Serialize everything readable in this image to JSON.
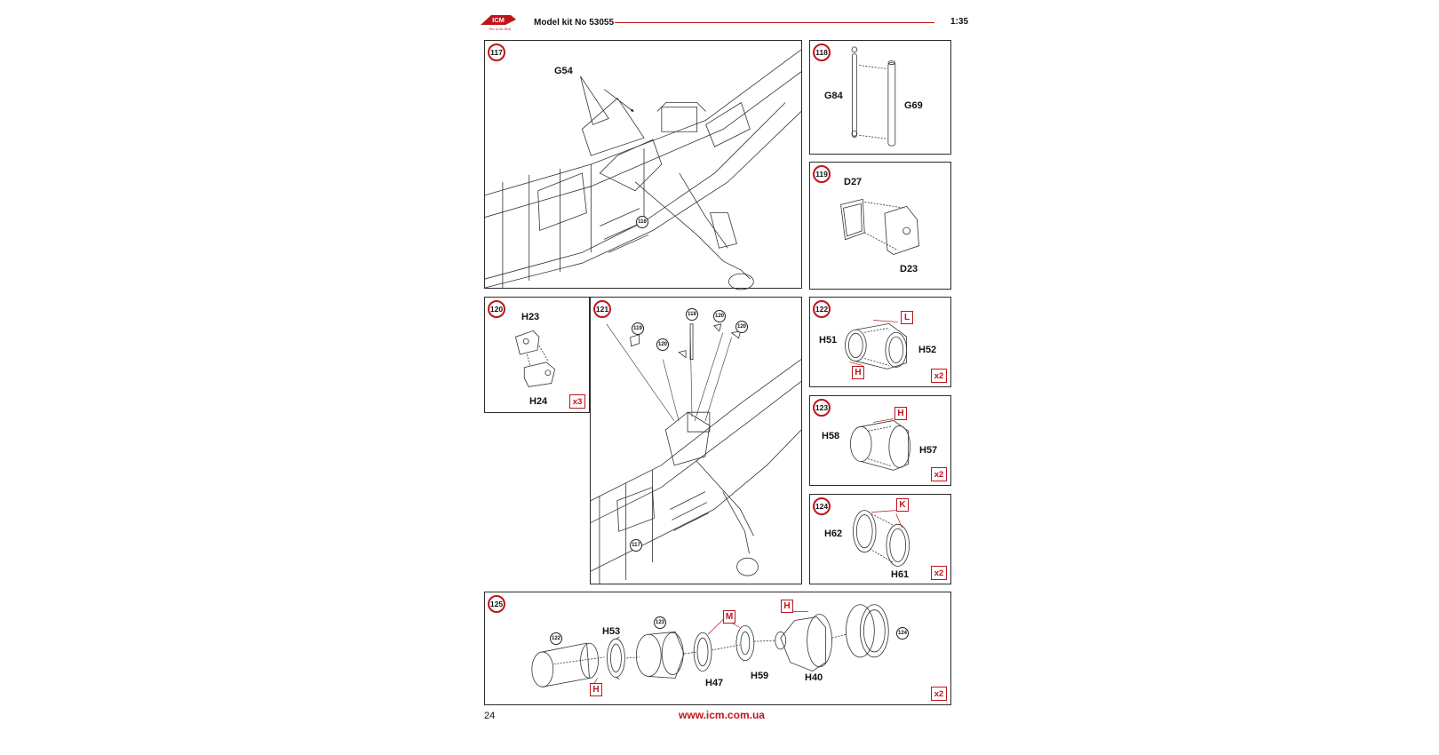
{
  "header": {
    "brand": "ICM",
    "tagline": "Fits in the Real",
    "title": "Model kit No 53055",
    "scale": "1:35"
  },
  "colors": {
    "accent": "#c0141b",
    "line": "#2b2b2b"
  },
  "steps": {
    "s117": {
      "number": "117",
      "labels": {
        "g54": "G54"
      },
      "refs": {
        "r116": "116"
      }
    },
    "s118": {
      "number": "118",
      "labels": {
        "g84": "G84",
        "g69": "G69"
      }
    },
    "s119": {
      "number": "119",
      "labels": {
        "d27": "D27",
        "d23": "D23"
      }
    },
    "s120": {
      "number": "120",
      "labels": {
        "h23": "H23",
        "h24": "H24"
      },
      "qty": "x3"
    },
    "s121": {
      "number": "121",
      "refs": {
        "r119": "119",
        "r120a": "120",
        "r118": "118",
        "r120b": "120",
        "r120c": "120",
        "r117": "117"
      }
    },
    "s122": {
      "number": "122",
      "labels": {
        "h51": "H51",
        "h52": "H52"
      },
      "marks": {
        "l": "L",
        "h": "H"
      },
      "qty": "x2"
    },
    "s123": {
      "number": "123",
      "labels": {
        "h58": "H58",
        "h57": "H57"
      },
      "marks": {
        "h": "H"
      },
      "qty": "x2"
    },
    "s124": {
      "number": "124",
      "labels": {
        "h62": "H62",
        "h61": "H61"
      },
      "marks": {
        "k": "K"
      },
      "qty": "x2"
    },
    "s125": {
      "number": "125",
      "labels": {
        "h53": "H53",
        "h47": "H47",
        "h59": "H59",
        "h40": "H40"
      },
      "marks": {
        "h_left": "H",
        "m": "M",
        "h_right": "H"
      },
      "refs": {
        "r122": "122",
        "r123": "123",
        "r124": "124"
      },
      "qty": "x2"
    }
  },
  "footer": {
    "page_number": "24",
    "url": "www.icm.com.ua"
  }
}
